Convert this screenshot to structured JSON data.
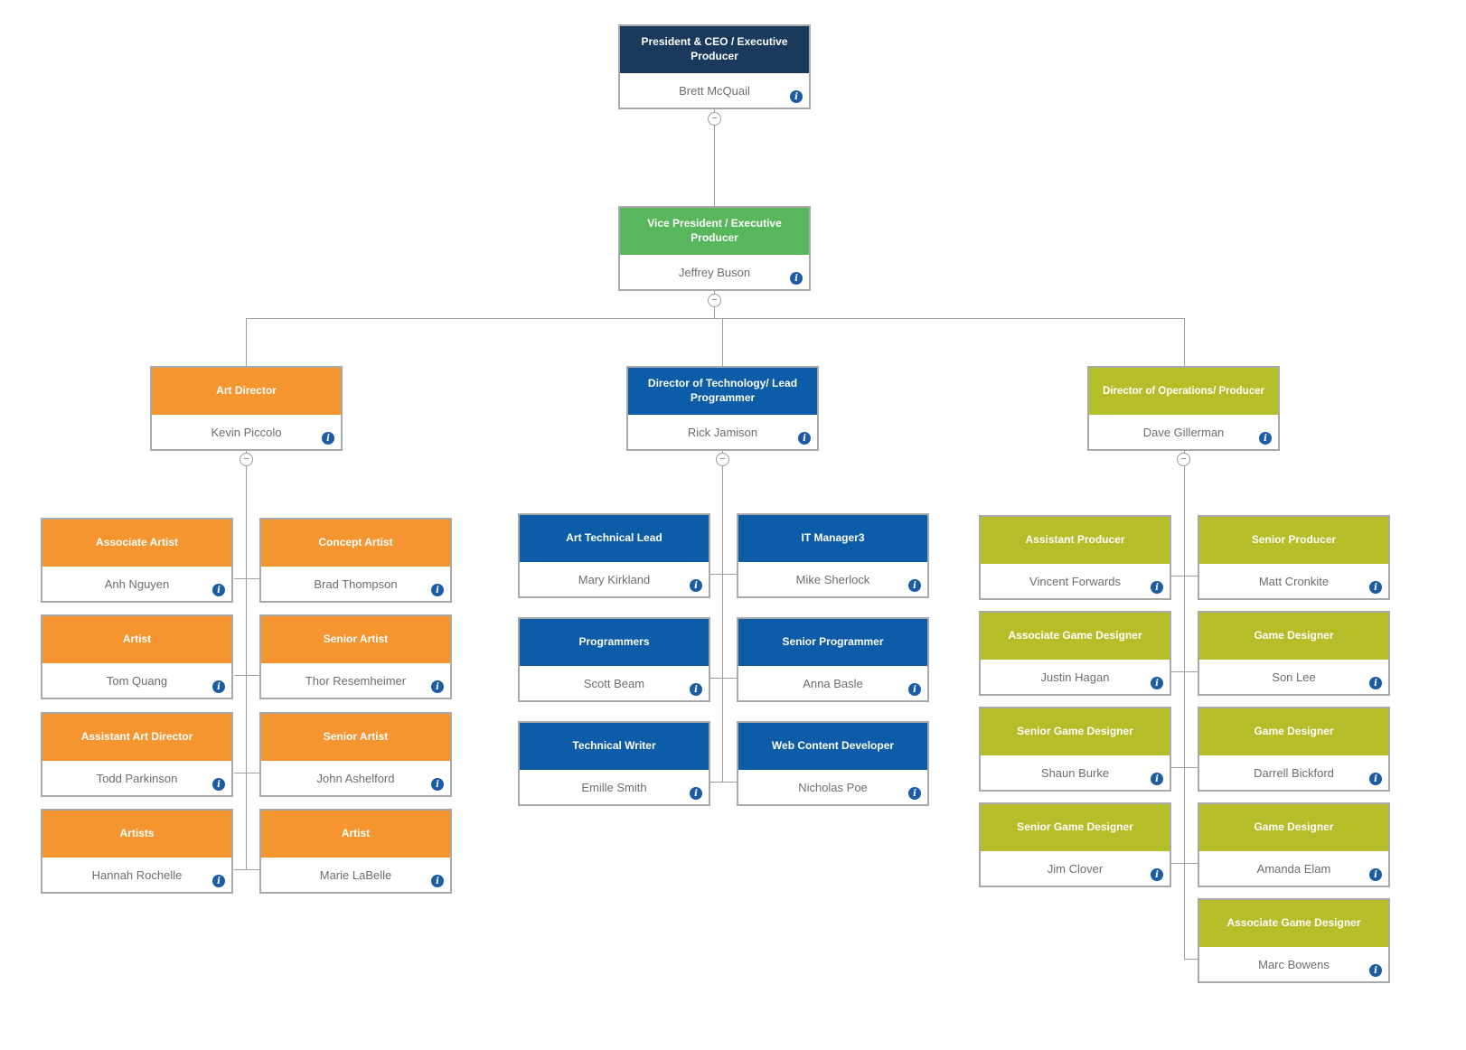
{
  "colors": {
    "navy": "#1a3a5c",
    "green": "#58b65c",
    "orange": "#f5952f",
    "blue": "#0d5ca8",
    "olive": "#b5bd28",
    "info_icon": "#1b5ca5",
    "connector_line": "#9e9e9e",
    "box_border": "#a9a9a9",
    "name_text": "#6d6d6d"
  },
  "icons": {
    "info": "i",
    "collapse": "−"
  },
  "nodes": {
    "ceo": {
      "title": "President & CEO / Executive Producer",
      "name": "Brett McQuail"
    },
    "vp": {
      "title": "Vice President / Executive Producer",
      "name": "Jeffrey Buson"
    },
    "directors": {
      "art": {
        "title": "Art Director",
        "name": "Kevin Piccolo"
      },
      "tech": {
        "title": "Director of Technology/ Lead Programmer",
        "name": "Rick Jamison"
      },
      "ops": {
        "title": "Director of Operations/ Producer",
        "name": "Dave Gillerman"
      }
    },
    "art_team": [
      {
        "title": "Associate Artist",
        "name": "Anh Nguyen"
      },
      {
        "title": "Concept Artist",
        "name": "Brad Thompson"
      },
      {
        "title": "Artist",
        "name": "Tom Quang"
      },
      {
        "title": "Senior Artist",
        "name": "Thor Resemheimer"
      },
      {
        "title": "Assistant Art Director",
        "name": "Todd Parkinson"
      },
      {
        "title": "Senior Artist",
        "name": "John Ashelford"
      },
      {
        "title": "Artists",
        "name": "Hannah Rochelle"
      },
      {
        "title": "Artist",
        "name": "Marie LaBelle"
      }
    ],
    "tech_team": [
      {
        "title": "Art Technical Lead",
        "name": "Mary Kirkland"
      },
      {
        "title": "IT Manager3",
        "name": "Mike Sherlock"
      },
      {
        "title": "Programmers",
        "name": "Scott Beam"
      },
      {
        "title": "Senior Programmer",
        "name": "Anna Basle"
      },
      {
        "title": "Technical Writer",
        "name": "Emille Smith"
      },
      {
        "title": "Web Content Developer",
        "name": "Nicholas Poe"
      }
    ],
    "ops_team": [
      {
        "title": "Assistant Producer",
        "name": "Vincent Forwards"
      },
      {
        "title": "Senior Producer",
        "name": "Matt Cronkite"
      },
      {
        "title": "Associate Game Designer",
        "name": "Justin Hagan"
      },
      {
        "title": "Game Designer",
        "name": "Son Lee"
      },
      {
        "title": "Senior Game Designer",
        "name": "Shaun Burke"
      },
      {
        "title": "Game Designer",
        "name": "Darrell Bickford"
      },
      {
        "title": "Senior Game Designer",
        "name": "Jim Clover"
      },
      {
        "title": "Game Designer",
        "name": "Amanda Elam"
      },
      {
        "title": "Associate Game Designer",
        "name": "Marc Bowens"
      }
    ]
  }
}
